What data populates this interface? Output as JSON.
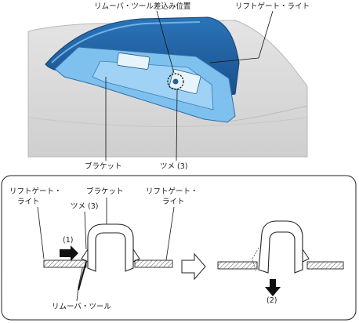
{
  "top_view": {
    "label_tool_position": "リムーバ・ツール差込み位置",
    "label_liftgate_light": "リフトゲート・ライト",
    "label_bracket": "ブラケット",
    "label_tab": "ツメ (3)"
  },
  "detail_view": {
    "label_liftgate_light_left": [
      "リフトゲート・",
      "ライト"
    ],
    "label_bracket": "ブラケット",
    "label_liftgate_light_right": [
      "リフトゲート・",
      "ライト"
    ],
    "label_tab": "ツメ (3)",
    "label_step1": "(1)",
    "label_step2": "(2)",
    "label_remover_tool": "リムーバ・ツール"
  },
  "colors": {
    "lamp_dark": "#1f5fa0",
    "lamp_light": "#5aa6e0",
    "bracket_blue": "#7ec1ee",
    "panel_gray": "#dcdcdc"
  }
}
